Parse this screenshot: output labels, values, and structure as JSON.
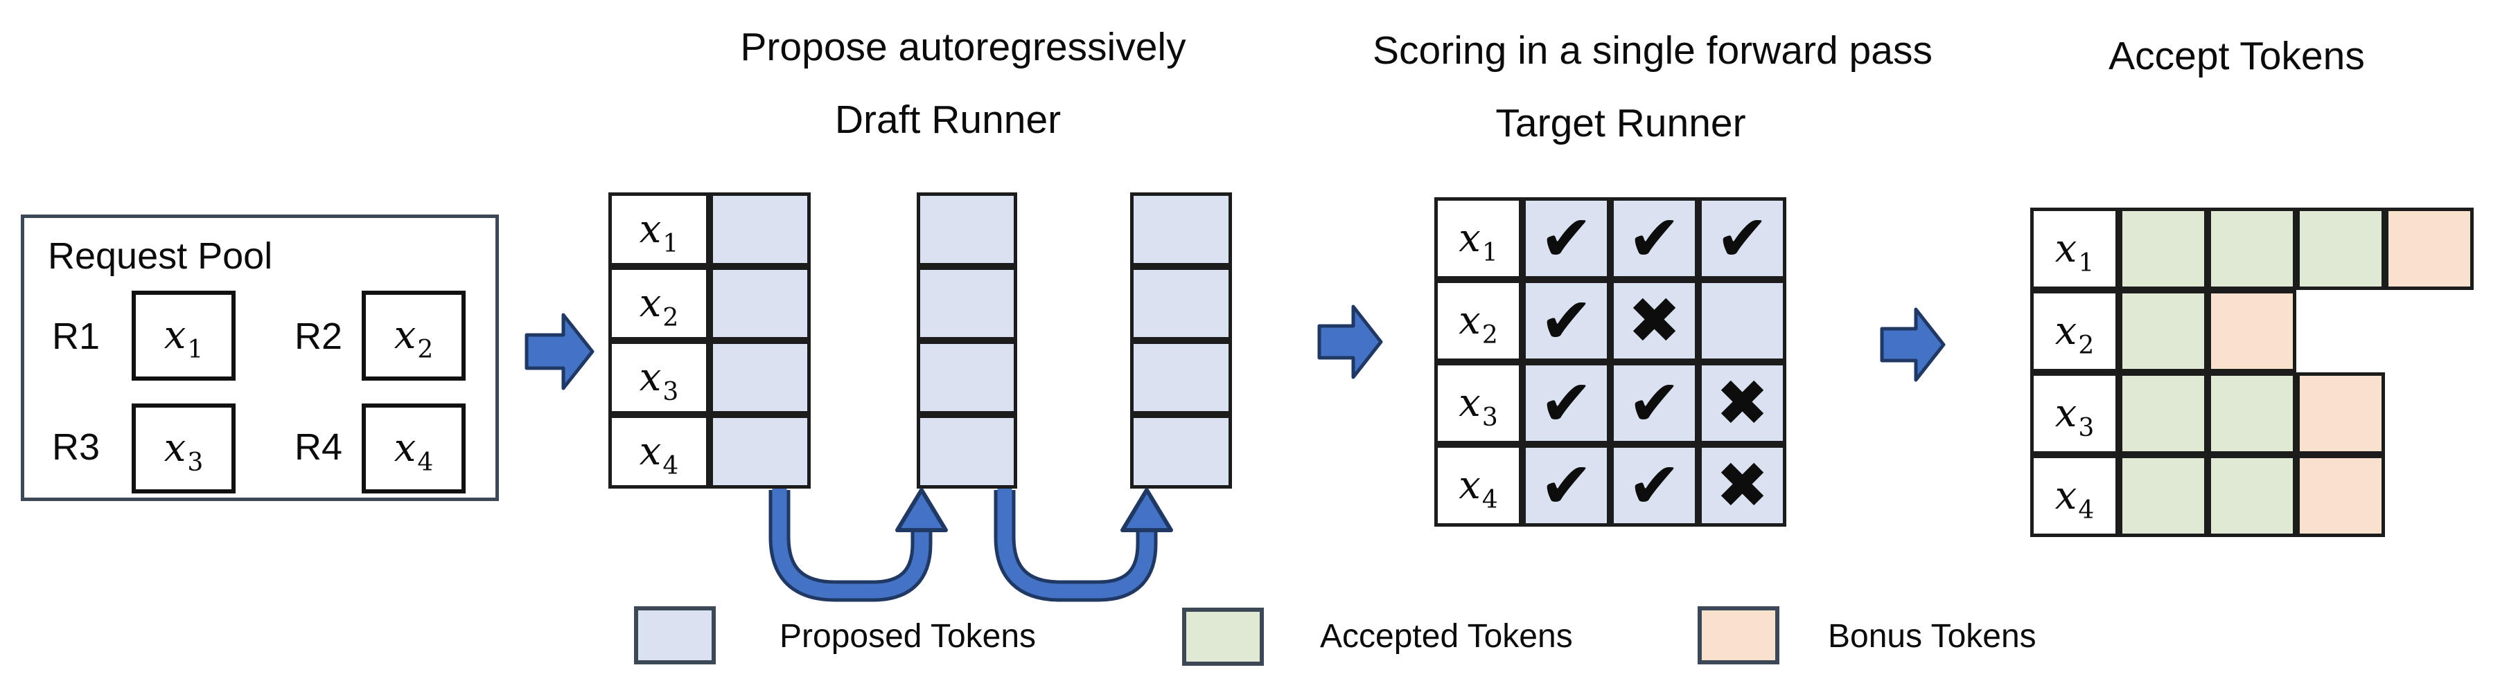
{
  "titles": {
    "draft_top": "Propose autoregressively",
    "draft_sub": "Draft Runner",
    "target_top": "Scoring in a single forward pass",
    "target_sub": "Target Runner",
    "accept_top": "Accept Tokens"
  },
  "request_pool": {
    "title": "Request Pool",
    "requests": [
      {
        "id": "R1",
        "token": "x",
        "sub": "1"
      },
      {
        "id": "R2",
        "token": "x",
        "sub": "2"
      },
      {
        "id": "R3",
        "token": "x",
        "sub": "3"
      },
      {
        "id": "R4",
        "token": "x",
        "sub": "4"
      }
    ]
  },
  "tokens": [
    {
      "base": "x",
      "sub": "1"
    },
    {
      "base": "x",
      "sub": "2"
    },
    {
      "base": "x",
      "sub": "3"
    },
    {
      "base": "x",
      "sub": "4"
    }
  ],
  "draft_runner": {
    "num_steps": 3,
    "description": "three proposal steps of proposed token cells"
  },
  "target_runner": {
    "scores": [
      [
        "check",
        "check",
        "check"
      ],
      [
        "check",
        "cross",
        "none"
      ],
      [
        "check",
        "check",
        "cross"
      ],
      [
        "check",
        "check",
        "cross"
      ]
    ]
  },
  "accept_tokens": {
    "rows": [
      [
        "accepted",
        "accepted",
        "accepted",
        "bonus"
      ],
      [
        "accepted",
        "bonus",
        "empty",
        "empty"
      ],
      [
        "accepted",
        "accepted",
        "bonus",
        "empty"
      ],
      [
        "accepted",
        "accepted",
        "bonus",
        "empty"
      ]
    ]
  },
  "legend": [
    {
      "label": "Proposed Tokens",
      "color": "#dae2f1"
    },
    {
      "label": "Accepted Tokens",
      "color": "#dfe9d3"
    },
    {
      "label": "Bonus Tokens",
      "color": "#f8e1cd"
    }
  ],
  "icons": {
    "check": "✔",
    "cross": "✖",
    "none": ""
  },
  "colors": {
    "proposed": "#dae2f1",
    "accepted": "#dfe9d3",
    "bonus": "#f8e1cd",
    "arrow": "#4472c4",
    "arrow-dark": "#203864"
  }
}
